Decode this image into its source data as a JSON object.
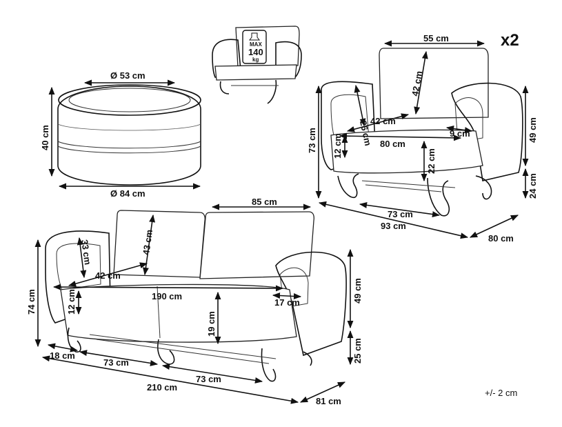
{
  "quantity_badge": "x2",
  "tolerance_note": "+/- 2 cm",
  "max_load_badge": {
    "line1": "MAX",
    "line2": "140",
    "line3": "kg"
  },
  "ottoman": {
    "top_diameter": "Ø 53 cm",
    "height": "40 cm",
    "bottom_diameter": "Ø 84 cm"
  },
  "armchair": {
    "back_cushion_width": "55 cm",
    "back_cushion_height": "42 cm",
    "arm_height": "26 cm",
    "seat_depth": "42 cm",
    "arm_width": "9 cm",
    "seat_width": "80 cm",
    "seat_cushion_thickness": "12 cm",
    "seat_height": "22 cm",
    "total_height": "73 cm",
    "armrest_height": "49 cm",
    "leg_height": "24 cm",
    "inner_width": "73 cm",
    "total_width": "93 cm",
    "depth": "80 cm"
  },
  "sofa": {
    "back_cushion_width": "85 cm",
    "back_cushion_height": "43 cm",
    "arm_height": "33 cm",
    "seat_depth": "42 cm",
    "seat_width": "190 cm",
    "seat_cushion_thickness": "12 cm",
    "arm_width": "17 cm",
    "seat_height": "19 cm",
    "total_height": "74 cm",
    "armrest_height": "49 cm",
    "leg_height": "25 cm",
    "side_offset": "18 cm",
    "inner_width_left": "73 cm",
    "inner_width_right": "73 cm",
    "total_width": "210 cm",
    "depth": "81 cm"
  }
}
